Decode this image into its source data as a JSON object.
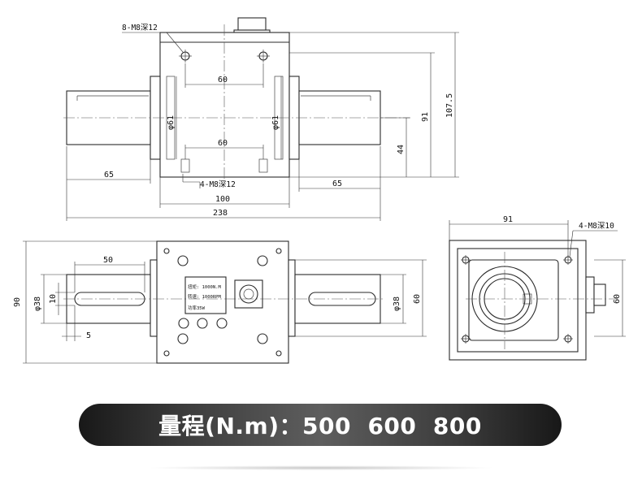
{
  "top_view": {
    "thread_top": "8-M8深12",
    "thread_bottom": "4-M8深12",
    "dim_60_top": "60",
    "dim_60_bottom": "60",
    "dim_phi61_left": "φ61",
    "dim_phi61_right": "φ61",
    "dim_65_left": "65",
    "dim_65_right": "65",
    "dim_100": "100",
    "dim_238": "238",
    "dim_91": "91",
    "dim_107_5": "107.5",
    "dim_44": "44"
  },
  "front_view": {
    "dim_90": "90",
    "dim_50": "50",
    "dim_phi38_left": "φ38",
    "dim_phi38_right": "φ38",
    "dim_10": "10",
    "dim_5": "5",
    "dim_60": "60",
    "plate_line1": "扭矩: 1000N.M",
    "plate_line2": "转速: 1000RPM",
    "plate_line3": "功率35W"
  },
  "side_view": {
    "dim_91": "91",
    "thread": "4-M8深10",
    "dim_60": "60"
  },
  "banner": {
    "text": "量程(N.m)：500  600  800"
  }
}
